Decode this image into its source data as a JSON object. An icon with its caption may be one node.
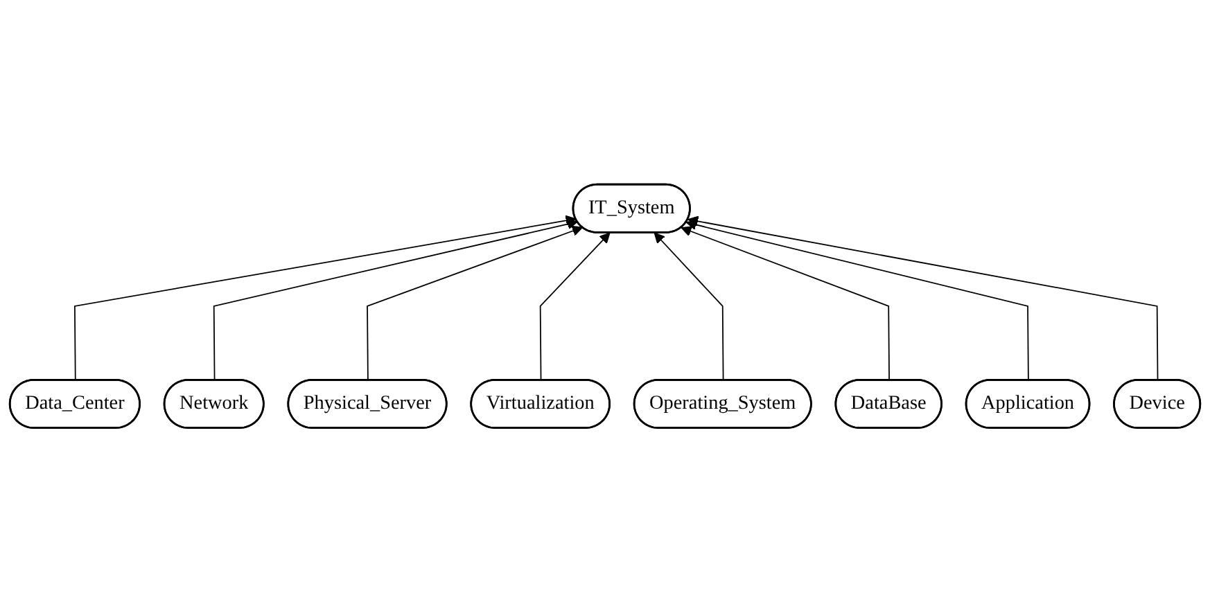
{
  "diagram": {
    "nodes": [
      {
        "text": [
          "IT_System"
        ]
      },
      {
        "text": [
          "Data_Center"
        ]
      },
      {
        "text": [
          "Network"
        ]
      },
      {
        "text": [
          "Physical_Server"
        ]
      },
      {
        "text": [
          "Virtualization"
        ]
      },
      {
        "text": [
          "Operating_System"
        ]
      },
      {
        "text": [
          "DataBase"
        ]
      },
      {
        "text": [
          "Application"
        ]
      },
      {
        "text": [
          "Device"
        ]
      }
    ],
    "edges": [
      {
        "from": 1,
        "to": 0,
        "arrow": "to"
      },
      {
        "from": 2,
        "to": 0,
        "arrow": "to"
      },
      {
        "from": 3,
        "to": 0,
        "arrow": "to"
      },
      {
        "from": 4,
        "to": 0,
        "arrow": "to"
      },
      {
        "from": 5,
        "to": 0,
        "arrow": "to"
      },
      {
        "from": 6,
        "to": 0,
        "arrow": "to"
      },
      {
        "from": 7,
        "to": 0,
        "arrow": "to"
      },
      {
        "from": 8,
        "to": 0,
        "arrow": "to"
      }
    ]
  }
}
